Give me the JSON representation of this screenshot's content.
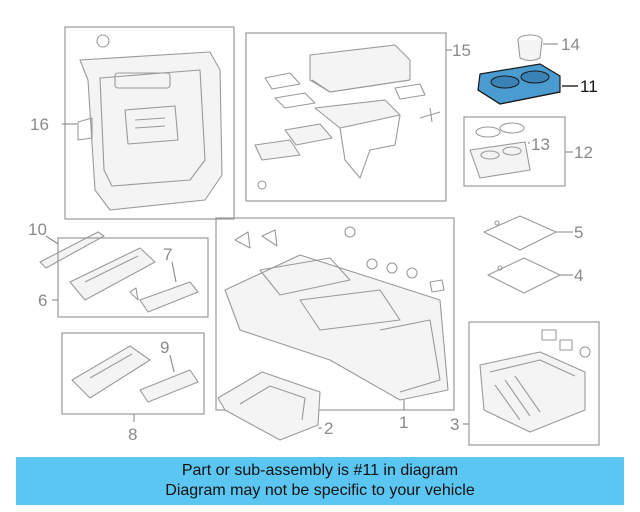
{
  "diagram": {
    "highlighted_part": "11",
    "highlight_color": "#4a9bd0",
    "callouts": [
      "1",
      "2",
      "3",
      "4",
      "5",
      "6",
      "7",
      "8",
      "9",
      "10",
      "11",
      "12",
      "13",
      "14",
      "15",
      "16"
    ]
  },
  "banner": {
    "line1": "Part or sub-assembly is #11 in diagram",
    "line2": "Diagram may not be specific to your vehicle",
    "background": "#5bc6f2"
  }
}
